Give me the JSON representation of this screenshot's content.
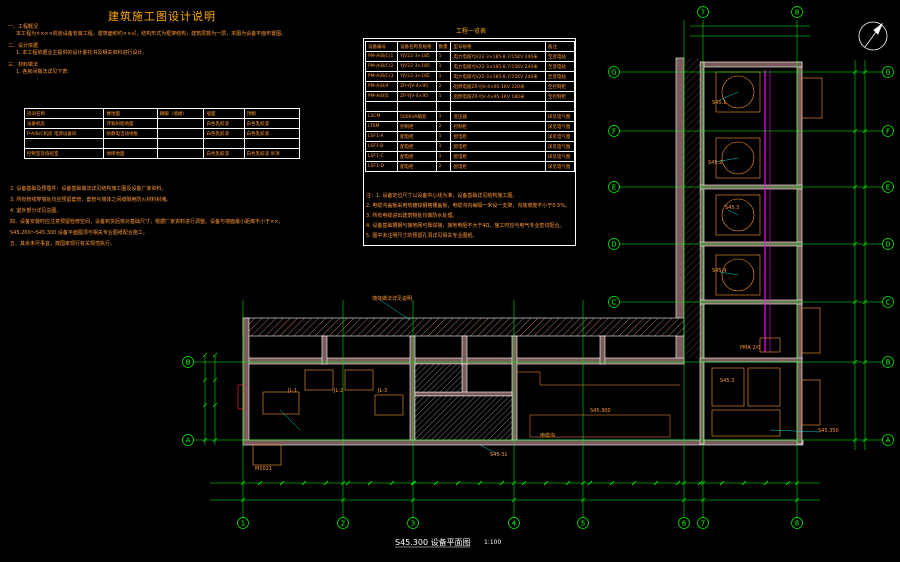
{
  "sheet": {
    "main_title": "建筑施工图设计说明",
    "plan_title": "S45.300 设备平面图",
    "scale": "1:100",
    "colors": {
      "background": "#000000",
      "wall_fill": "#7a5a5a",
      "frame": "#ffffff",
      "grid_line": "#00ff00",
      "annotation": "#ff9933",
      "leader": "#00ffff",
      "pipe": "#ff00ff"
    }
  },
  "notes": {
    "lines": [
      "一、工程概况",
      "本工程为××××机房设备安装工程，建筑面积约××㎡，结构形式为框架结构，建筑层数为一层，本图为设备平面布置图。",
      "二、设计依据",
      "1. 本工程依据业主提供的设计委托书及相关资料进行设计。",
      "三、材料做法",
      "1. 各房间做法详见下表："
    ],
    "finish_table": {
      "rows": [
        [
          "房间名称",
          "楼地面",
          "踢脚（墙裙）",
          "墙面",
          "顶棚"
        ],
        [
          "设备机房",
          "环氧树脂地面",
          "",
          "白色乳胶漆",
          "白色乳胶漆"
        ],
        [
          "P-A/B/C机房\n电源设备间",
          "防静电活动地板",
          "",
          "白色乳胶漆",
          "白色乳胶漆"
        ],
        [
          "",
          "",
          "",
          "",
          ""
        ],
        [
          "控制室及值班室",
          "地砖地面",
          "",
          "白色乳胶漆",
          "白色乳胶漆\n吊顶"
        ]
      ]
    },
    "after_lines": [
      "2. 设备基础及预埋件：设备基础做法详见结构施工图及设备厂家资料。",
      "3. 所有管线穿墙处均应预留套管，套管与墙体之间缝隙用防火材料封堵。",
      "4. 室外部分详见总图。",
      "四、设备安装时应注意预留检修空间，设备到货后核对基础尺寸，根据厂家资料进行调整。设备与墙面最小距离不小于××，",
      "S45.200～S45.300 设备平面图须与相关专业图纸配合施工。",
      "五、其余未尽事宜，按国家现行有关规范执行。"
    ]
  },
  "equipment_table": {
    "title": "工程一览表",
    "headers": [
      "设备编号",
      "设备名称及规格",
      "数量",
      "型号规格",
      "备注"
    ],
    "rows": [
      [
        "PM-A(B/C)1",
        "YJV22-3×185",
        "1",
        "电力电缆YJV22-3×185-8.7/15KV 240米",
        "至变电站"
      ],
      [
        "PM-A(B/C)2",
        "YJV22-3×185",
        "1",
        "电力电缆YJV22-3×185-8.7/15KV 240米",
        "至变电站"
      ],
      [
        "PM-A(B/C)3",
        "YJV22-3×185",
        "1",
        "电力电缆YJV22-3×185-8.7/15KV 240米",
        "至变电站"
      ],
      [
        "PM-A(B)4",
        "ZR-YJV-4×95",
        "1",
        "阻燃电缆ZR-YJV-4×95-1KV 220米",
        "至控制柜"
      ],
      [
        "PM-A(B)5",
        "ZR-YJV-4×95",
        "1",
        "阻燃电缆ZR-YJV-4×95-1KV 180米",
        "至控制柜"
      ],
      [
        "",
        "",
        "",
        "",
        ""
      ],
      [
        "LSCM",
        "500KVA箱变",
        "1",
        "变压器",
        "详见电气图"
      ],
      [
        "LTSM",
        "控制柜",
        "1",
        "控制柜",
        "详见电气图"
      ],
      [
        "LSF1-A",
        "配电柜",
        "1",
        "配电柜",
        "详见电气图"
      ],
      [
        "LSF1-B",
        "配电柜",
        "1",
        "配电柜",
        "详见电气图"
      ],
      [
        "LSF1-C",
        "配电柜",
        "1",
        "配电柜",
        "详见电气图"
      ],
      [
        "LSF1-D",
        "配电柜",
        "1",
        "配电柜",
        "详见电气图"
      ]
    ],
    "footnotes": [
      "注：1. 设备定位尺寸以设备中心线为准，设备基础详见结构施工图。",
      "2. 电缆沟盖板采用热镀锌钢格栅盖板，电缆沟内每隔一米设一支架，沟底坡度不小于0.5%。",
      "3. 所有电缆进出建筑物处均做防水处理。",
      "4. 设备基础槽钢与接地网可靠焊接，接地电阻不大于4Ω，施工时应与电气专业密切配合。",
      "5. 图中未注明尺寸的预留孔洞详见相关专业图纸。"
    ]
  },
  "plan": {
    "axes_bottom": [
      "1",
      "2",
      "3",
      "4",
      "5",
      "6",
      "7",
      "8"
    ],
    "axes_top": [
      "7",
      "8"
    ],
    "axes_side": [
      "A",
      "B",
      "C",
      "D",
      "E",
      "F",
      "G"
    ],
    "north_symbol": "north-arrow",
    "labels": {
      "wall_tag": "墙体做法详见说明",
      "tank_1": "S45.1",
      "tank_2": "S45.2",
      "tank_3": "S45.3",
      "tank_4": "S45.4",
      "room_tag_a": "JL-1",
      "room_tag_b": "JL-2",
      "room_tag_c": "JL-3",
      "equip_a": "S45.3",
      "equip_b": "S45.300",
      "equip_c": "PMA 2/0",
      "equip_d": "S45.350",
      "pump": "S45.31",
      "cable_trench": "电缆沟",
      "door_tag": "M1021"
    }
  }
}
